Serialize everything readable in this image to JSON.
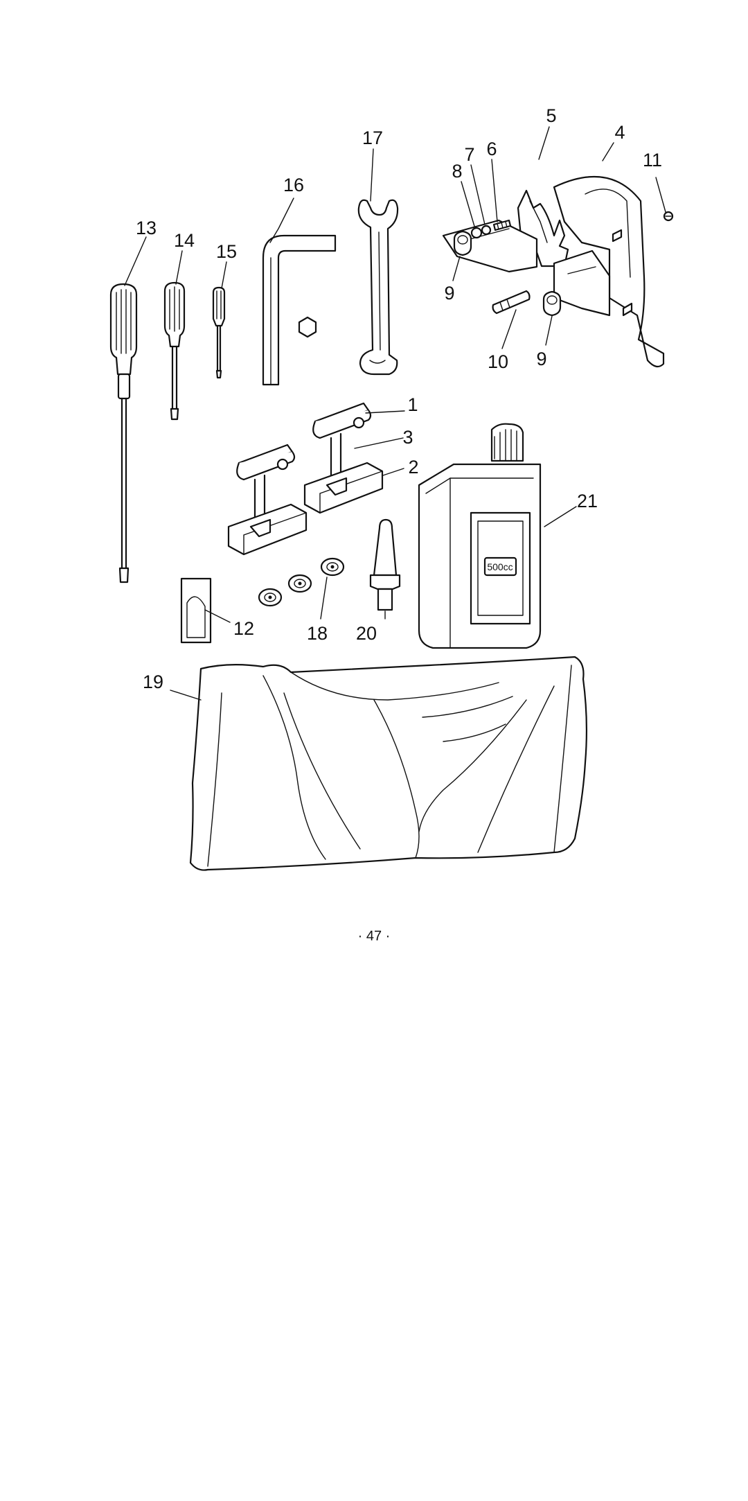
{
  "labels": {
    "l1": "1",
    "l2": "2",
    "l3": "3",
    "l4": "4",
    "l5": "5",
    "l6": "6",
    "l7": "7",
    "l8": "8",
    "l9a": "9",
    "l9b": "9",
    "l10": "10",
    "l11": "11",
    "l12": "12",
    "l13": "13",
    "l14": "14",
    "l15": "15",
    "l16": "16",
    "l17": "17",
    "l18": "18",
    "l19": "19",
    "l20": "20",
    "l21": "21"
  },
  "oil_can_text": "500cc",
  "page_number": "· 47 ·"
}
